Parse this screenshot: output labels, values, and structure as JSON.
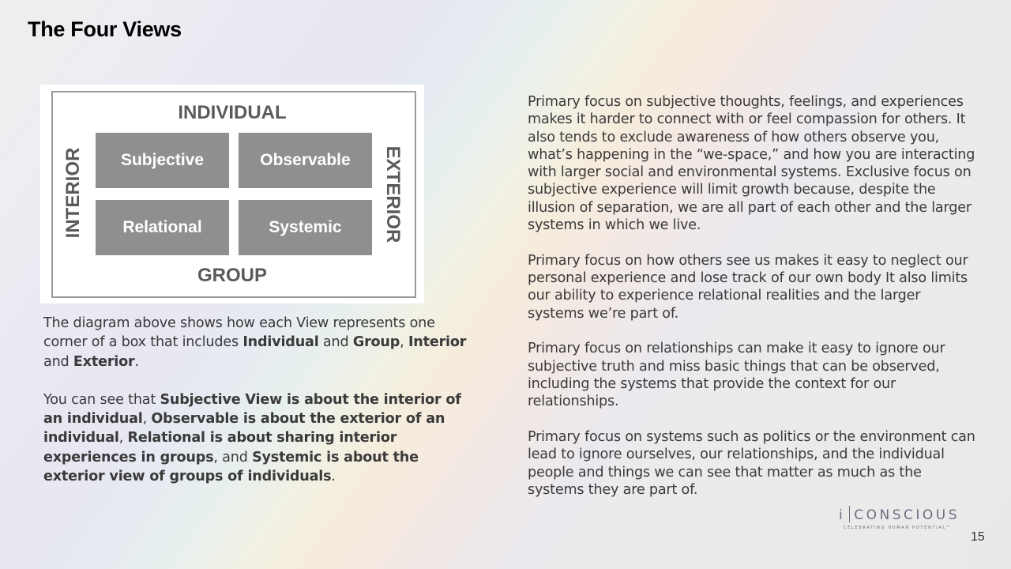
{
  "slide": {
    "title": "The Four Views",
    "page_number": "15"
  },
  "diagram": {
    "top_label": "INDIVIDUAL",
    "bottom_label": "GROUP",
    "left_label": "INTERIOR",
    "right_label": "EXTERIOR",
    "cells": {
      "top_left": "Subjective",
      "top_right": "Observable",
      "bottom_left": "Relational",
      "bottom_right": "Systemic"
    },
    "cell_color": "#8f8f8f"
  },
  "left_text": {
    "para1": {
      "t1": "The diagram above shows how each View represents one corner of a box that includes ",
      "b1": "Individual",
      "t2": " and ",
      "b2": "Group",
      "t3": ", ",
      "b3": "Interior",
      "t4": " and ",
      "b4": "Exterior",
      "t5": "."
    },
    "para2": {
      "t1": "You can see that ",
      "b1": "Subjective View is about the interior of an individual",
      "t2": ", ",
      "b2": "Observable is about the exterior of an individual",
      "t3": ", ",
      "b3": "Relational is about sharing interior experiences in groups",
      "t4": ", and ",
      "b4": "Systemic is about the exterior view of groups of individuals",
      "t5": "."
    }
  },
  "right_text": {
    "paragraphs": [
      "Primary focus on subjective thoughts, feelings, and experiences makes it harder to connect with or feel compassion for others. It also tends to exclude awareness of how others observe you, what’s happening in the “we-space,” and how you are interacting with larger social and environmental systems. Exclusive focus on subjective experience will limit growth because, despite the illusion of separation, we are all part of each other and the larger systems in which we live.",
      "Primary focus on how others see us makes it easy to neglect our personal experience and lose track of our own body It also limits our ability to experience relational realities and the larger systems we’re part of.",
      "Primary focus on relationships can make it easy to ignore our subjective truth and miss basic things that can be observed, including the systems that provide the context for our relationships.",
      "Primary focus on systems such as politics or the environment can lead to ignore ourselves, our relationships, and the individual people and things we can see that matter as much as the systems they are part of."
    ]
  },
  "logo": {
    "prefix": "i",
    "name": "CONSCIOUS",
    "tagline": "CELEBRATING HUMAN POTENTIAL™",
    "color": "#6d6f80"
  }
}
